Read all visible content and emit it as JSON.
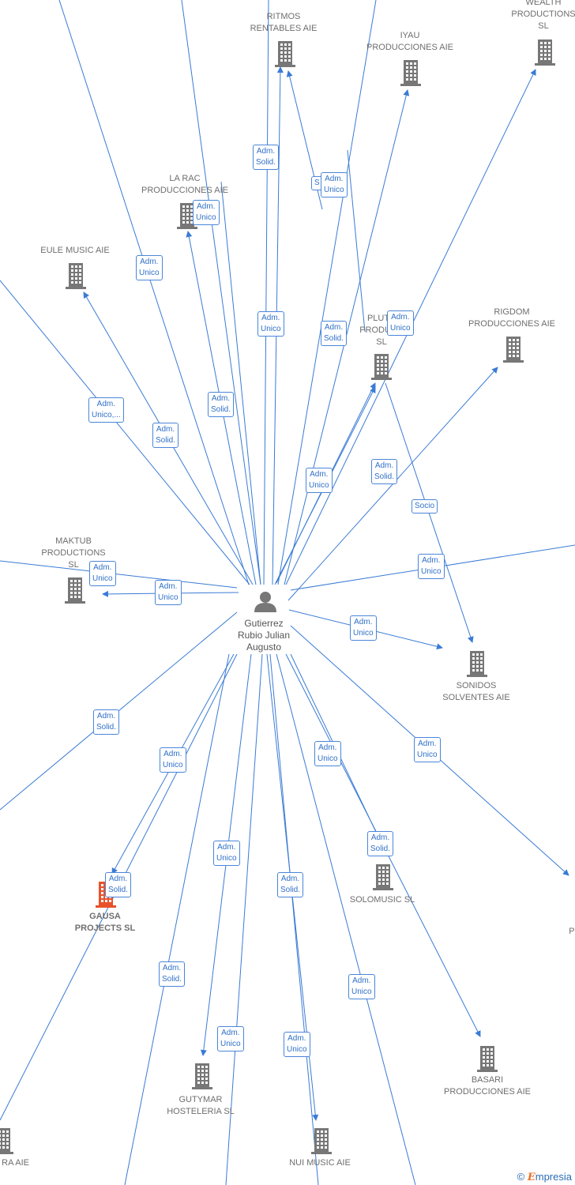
{
  "center": {
    "name": "Gutierrez\nRubio Julian\nAugusto",
    "icon": "person-icon"
  },
  "colors": {
    "edge": "#3a7bd5",
    "building": "#777777",
    "highlight": "#e8522a",
    "label_border": "#4a86d8"
  },
  "watermark": {
    "symbol": "©",
    "brand_initial": "E",
    "brand_rest": "mpresia"
  },
  "nodes": [
    {
      "id": "ritmos",
      "name": "RITMOS\nRENTABLES AIE"
    },
    {
      "id": "iyau",
      "name": "IYAU\nPRODUCCIONES AIE"
    },
    {
      "id": "wealth",
      "name": "WEALTH\nPRODUCTIONS\nSL"
    },
    {
      "id": "larac",
      "name": "LA RAC\nPRODUCCIONES AIE"
    },
    {
      "id": "eule",
      "name": "EULE MUSIC AIE"
    },
    {
      "id": "pluto",
      "name": "PLUTU\nPRODUCC\nSL"
    },
    {
      "id": "rigdom",
      "name": "RIGDOM\nPRODUCCIONES AIE"
    },
    {
      "id": "maktub",
      "name": "MAKTUB\nPRODUCTIONS\nSL"
    },
    {
      "id": "sonidos",
      "name": "SONIDOS\nSOLVENTES AIE"
    },
    {
      "id": "gausa",
      "name": "GAUSA\nPROJECTS SL",
      "highlight": true
    },
    {
      "id": "solomusic",
      "name": "SOLOMUSIC SL"
    },
    {
      "id": "bi",
      "name": "BI\nPROD"
    },
    {
      "id": "basari",
      "name": "BASARI\nPRODUCCIONES AIE"
    },
    {
      "id": "gutymar",
      "name": "GUTYMAR\nHOSTELERIA SL"
    },
    {
      "id": "nui",
      "name": "NUI MUSIC AIE"
    },
    {
      "id": "ra",
      "name": "RA AIE"
    }
  ],
  "edge_labels": [
    "Adm.\nSolid.",
    "S",
    "Adm.\nUnico",
    "Adm.\nUnico",
    "Adm.\nUnico",
    "Adm.\nUnico",
    "Adm.\nSolid.",
    "Adm.\nUnico",
    "Adm.\nUnico,...",
    "Adm.\nSolid.",
    "Adm.\nSolid.",
    "Adm.\nUnico",
    "Adm.\nSolid.",
    "Socio",
    "Adm.\nUnico",
    "Adm.\nUnico",
    "Adm.\nUnico",
    "Adm.\nUnico",
    "Adm.\nSolid.",
    "Adm.\nUnico",
    "Adm.\nUnico",
    "Adm.\nUnico",
    "Adm.\nSolid.",
    "Adm.\nSolid.",
    "Adm.\nUnico",
    "Adm.\nSolid.",
    "Adm.\nSolid.",
    "Adm.\nUnico",
    "Adm.\nUnico",
    "Adm.\nUnico"
  ]
}
